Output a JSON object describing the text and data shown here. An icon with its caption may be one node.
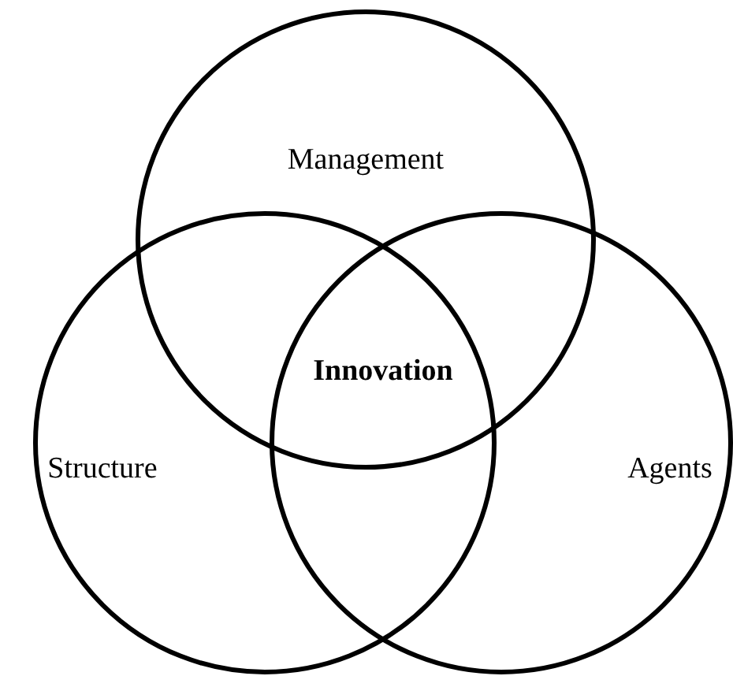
{
  "diagram": {
    "nodes": [
      {
        "text": [
          "Management"
        ]
      },
      {
        "text": [
          "Structure"
        ]
      },
      {
        "text": [
          "Agents"
        ]
      }
    ],
    "labels": [
      "Innovation"
    ]
  }
}
